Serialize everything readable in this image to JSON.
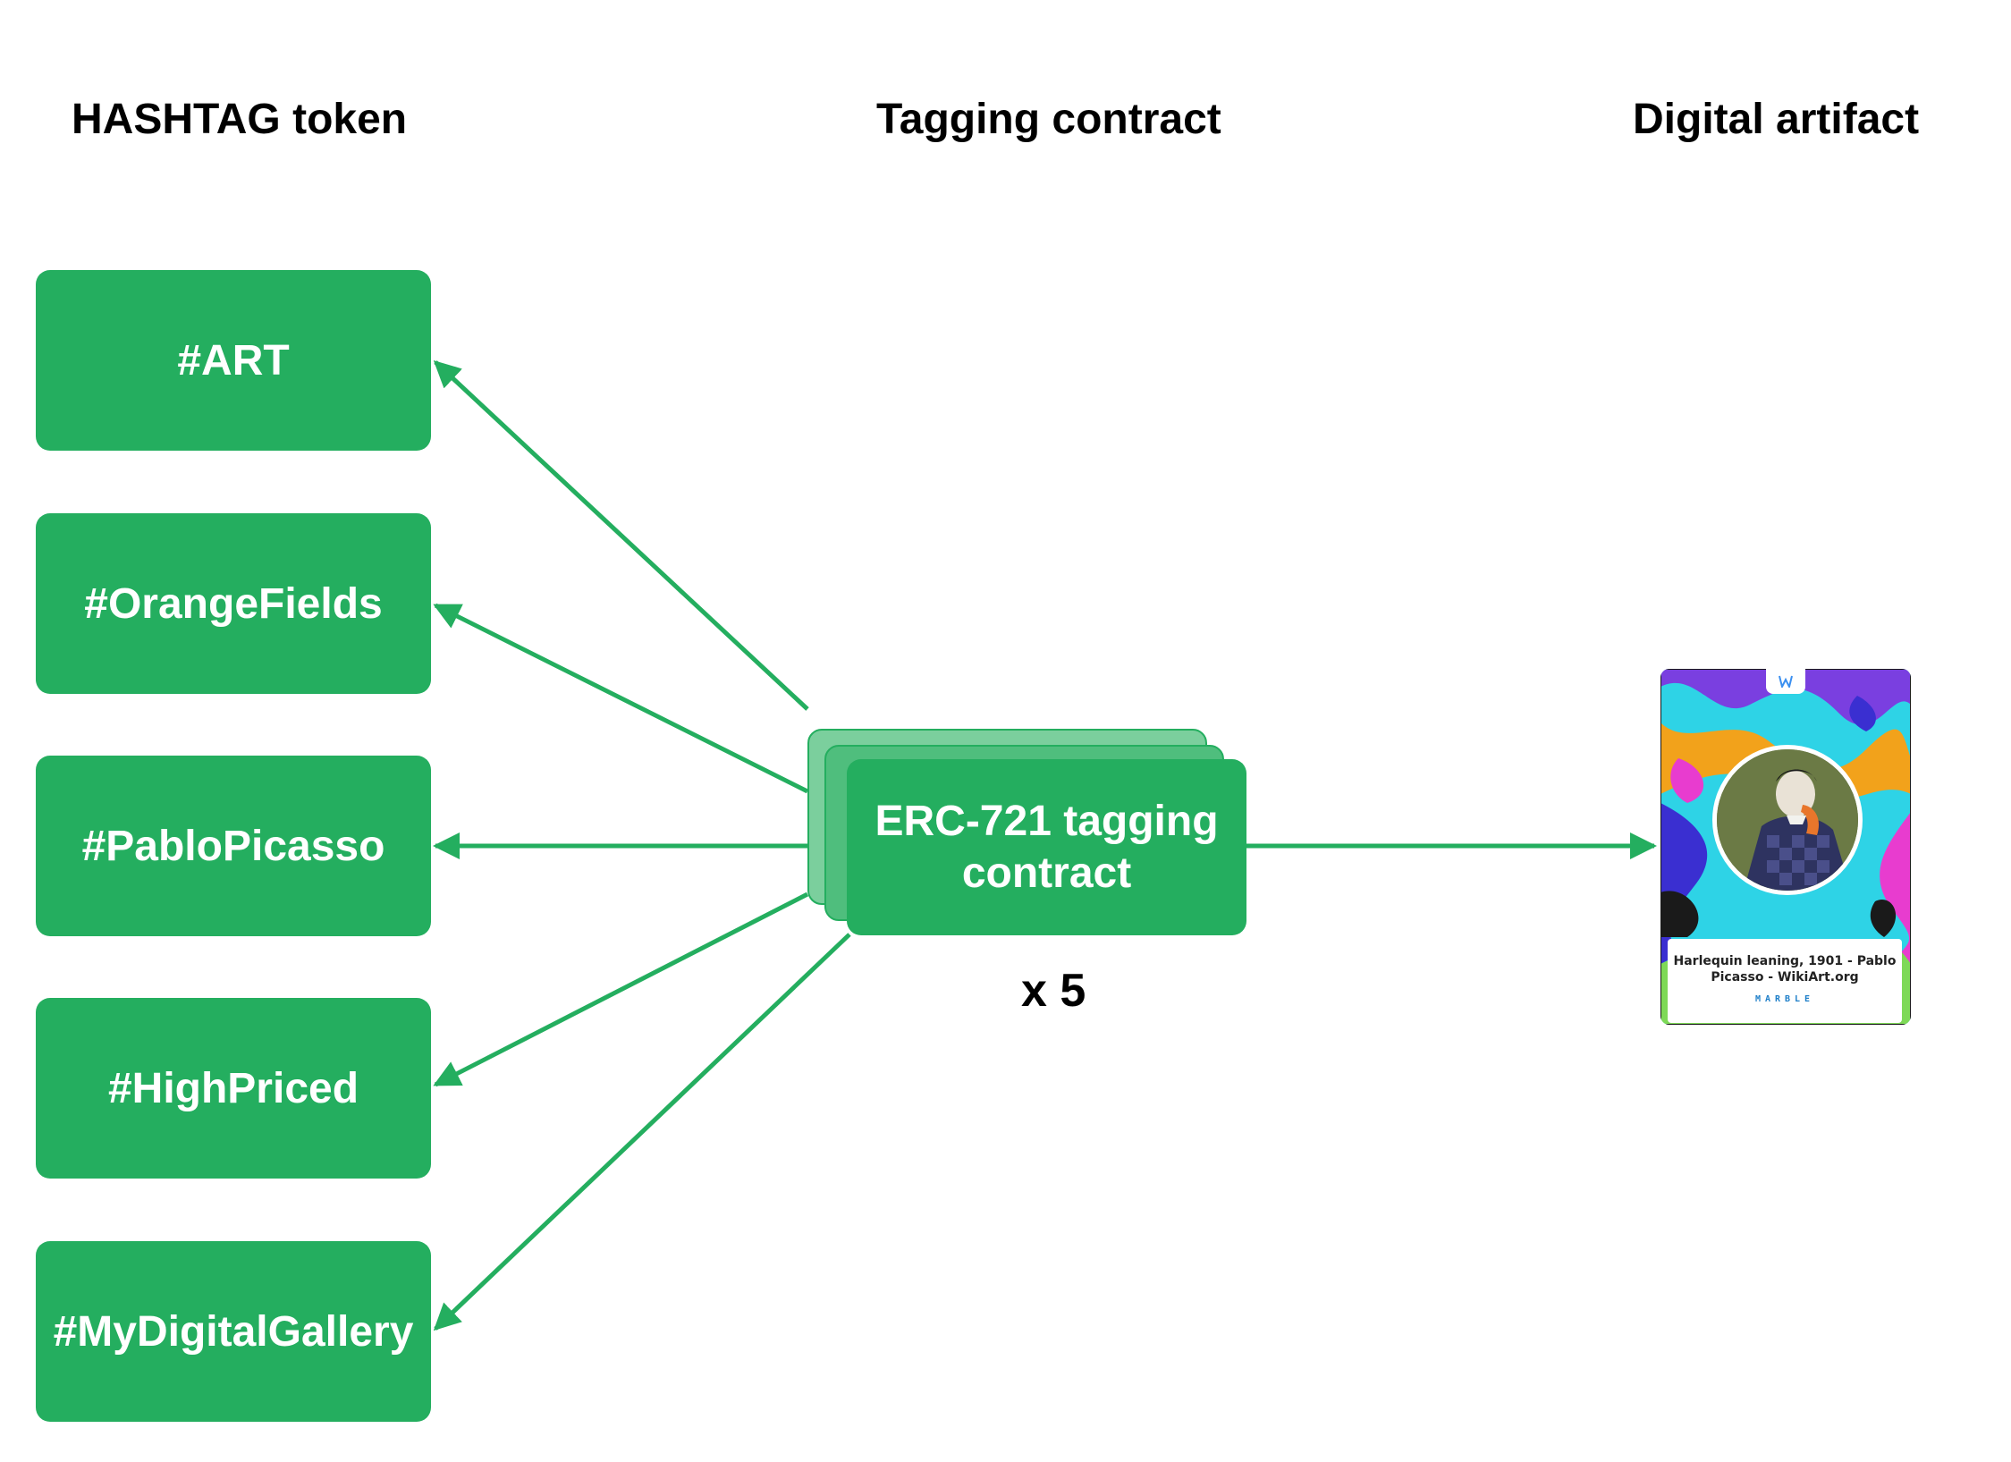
{
  "headings": {
    "left": "HASHTAG token",
    "middle": "Tagging contract",
    "right": "Digital artifact"
  },
  "tags": [
    {
      "label": "#ART"
    },
    {
      "label": "#OrangeFields"
    },
    {
      "label": "#PabloPicasso"
    },
    {
      "label": "#HighPriced"
    },
    {
      "label": "#MyDigitalGallery"
    }
  ],
  "contract": {
    "label": "ERC-721 tagging contract",
    "multiplier": "x 5"
  },
  "artifact": {
    "caption": "Harlequin leaning, 1901 - Pablo Picasso - WikiArt.org",
    "brand": "MARBLE"
  },
  "colors": {
    "tag_green": "#24ae5f",
    "stack_light": "#7bcf9d",
    "stack_mid": "#4fbe7d",
    "arrow_green": "#24ae5f"
  }
}
